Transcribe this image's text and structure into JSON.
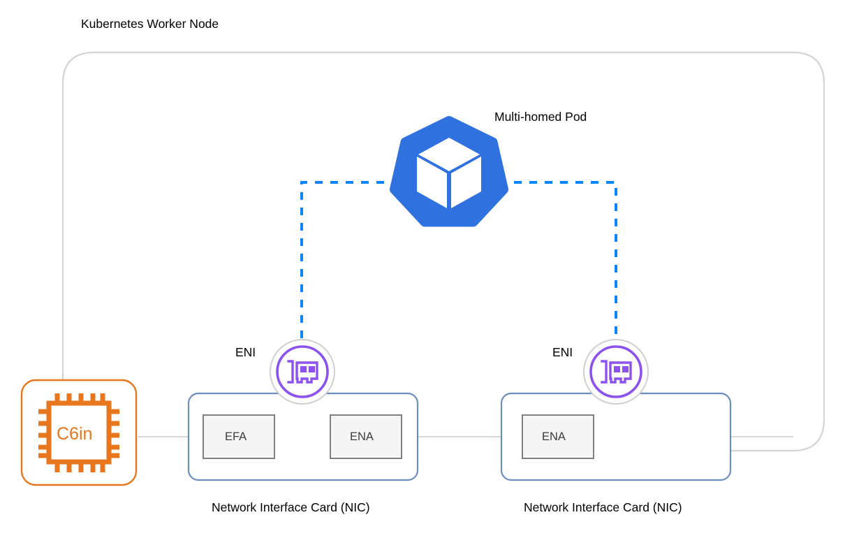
{
  "diagram": {
    "title": "Kubernetes Worker Node",
    "colors": {
      "node_border": "#d4d4d4",
      "pod_blue": "#3071e0",
      "dashed_blue": "#0a84ff",
      "eni_purple": "#8c52f0",
      "eni_ring_gray": "#cfcfcf",
      "nic_border": "#6c8ebf",
      "chip_orange": "#e8761c",
      "inner_box_border": "#808080",
      "inner_box_fill": "#f5f5f5",
      "connector_gray": "#d0d0d0",
      "text": "#000000"
    }
  },
  "node": {
    "label": "Kubernetes Worker Node"
  },
  "pod": {
    "label": "Multi-homed Pod",
    "icon": "kubernetes-logo-icon"
  },
  "instance": {
    "label": "C6in",
    "icon": "cpu-chip-icon"
  },
  "enis": [
    {
      "label": "ENI",
      "icon": "network-interface-card-icon"
    },
    {
      "label": "ENI",
      "icon": "network-interface-card-icon"
    }
  ],
  "nics": [
    {
      "label": "Network Interface Card (NIC)",
      "adapters": [
        {
          "label": "EFA"
        },
        {
          "label": "ENA"
        }
      ]
    },
    {
      "label": "Network Interface Card (NIC)",
      "adapters": [
        {
          "label": "ENA"
        }
      ]
    }
  ],
  "connections": [
    {
      "from": "pod",
      "to": "eni-left",
      "style": "dashed"
    },
    {
      "from": "pod",
      "to": "eni-right",
      "style": "dashed"
    },
    {
      "from": "instance",
      "to": "nic-left",
      "style": "solid"
    },
    {
      "from": "nic-left",
      "to": "nic-right",
      "style": "solid"
    },
    {
      "from": "nic-right",
      "to": "node-boundary",
      "style": "solid"
    }
  ]
}
